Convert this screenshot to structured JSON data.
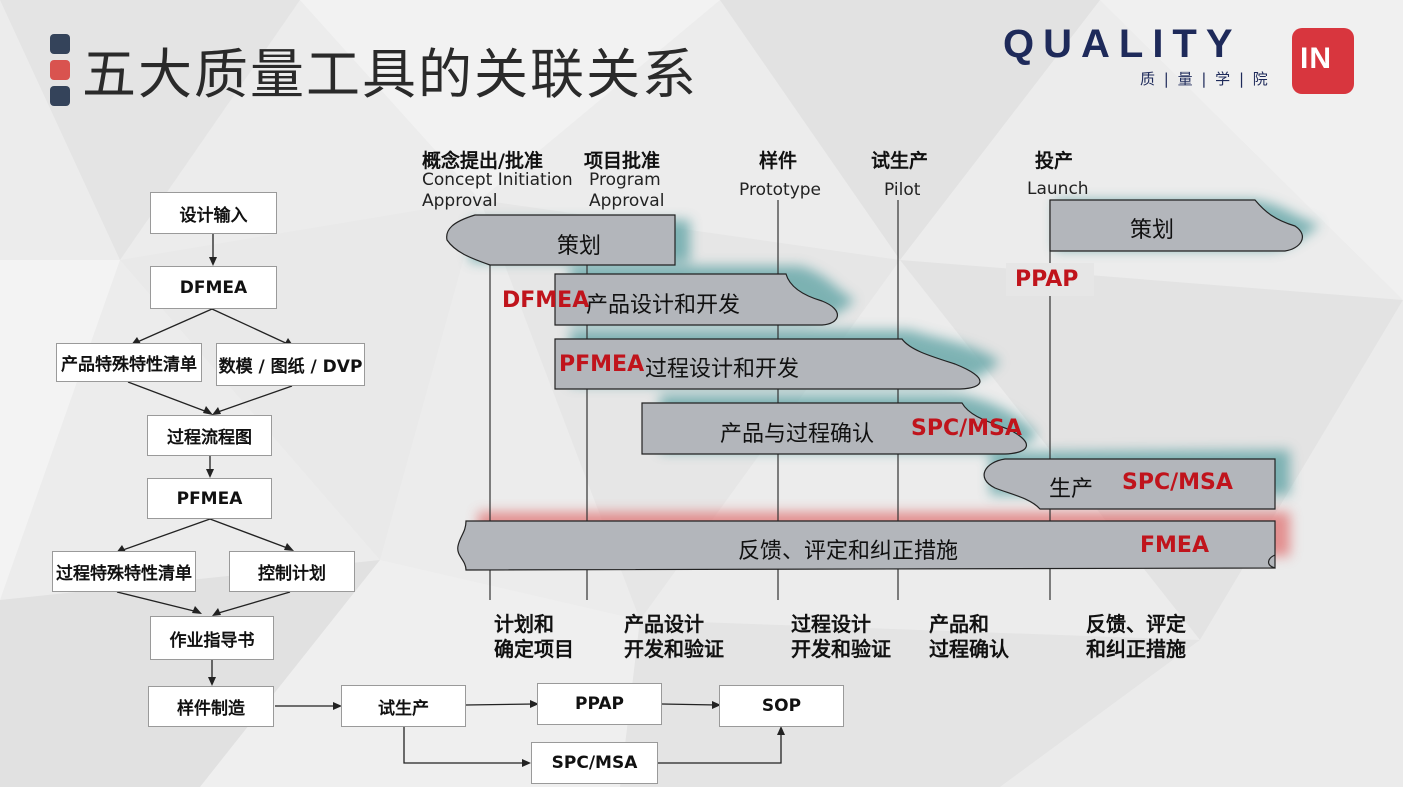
{
  "title": "五大质量工具的关联关系",
  "logo": {
    "wordmark": "QUALITY",
    "subtitle": "质 | 量 | 学 | 院",
    "badge": "IN"
  },
  "colors": {
    "accent_red": "#c0141c",
    "bullet_dark": "#34435a",
    "bullet_red": "#d9534f",
    "bar_fill": "#b3b6bb",
    "teal_glow": "#5fa8a8",
    "red_glow": "#e06a6a"
  },
  "flowchart": {
    "design_input": "设计输入",
    "dfmea": "DFMEA",
    "product_special": "产品特殊特性清单",
    "model_drawing": "数模 / 图纸 / DVP",
    "process_flow": "过程流程图",
    "pfmea": "PFMEA",
    "process_special": "过程特殊特性清单",
    "control_plan": "控制计划",
    "work_instruction": "作业指导书",
    "sample": "样件制造",
    "trial": "试生产",
    "ppap": "PPAP",
    "sop": "SOP",
    "spc_msa": "SPC/MSA"
  },
  "stages": [
    {
      "cn": "概念提出/批准",
      "en1": "Concept Initiation",
      "en2": "Approval"
    },
    {
      "cn": "项目批准",
      "en1": "Program",
      "en2": "Approval"
    },
    {
      "cn": "样件",
      "en1": "Prototype",
      "en2": ""
    },
    {
      "cn": "试生产",
      "en1": "Pilot",
      "en2": ""
    },
    {
      "cn": "投产",
      "en1": "Launch",
      "en2": ""
    }
  ],
  "bars": {
    "plan1": "策划",
    "plan2": "策划",
    "dfmea_tag": "DFMEA",
    "dfmea_label": "产品设计和开发",
    "pfmea_tag": "PFMEA",
    "pfmea_label": "过程设计和开发",
    "validation_label": "产品与过程确认",
    "validation_tag": "SPC/MSA",
    "production_label": "生产",
    "production_tag": "SPC/MSA",
    "feedback_label": "反馈、评定和纠正措施",
    "feedback_tag": "FMEA",
    "ppap_tag": "PPAP"
  },
  "phases": [
    {
      "l1": "计划和",
      "l2": "确定项目"
    },
    {
      "l1": "产品设计",
      "l2": "开发和验证"
    },
    {
      "l1": "过程设计",
      "l2": "开发和验证"
    },
    {
      "l1": "产品和",
      "l2": "过程确认"
    },
    {
      "l1": "反馈、评定",
      "l2": "和纠正措施"
    }
  ]
}
